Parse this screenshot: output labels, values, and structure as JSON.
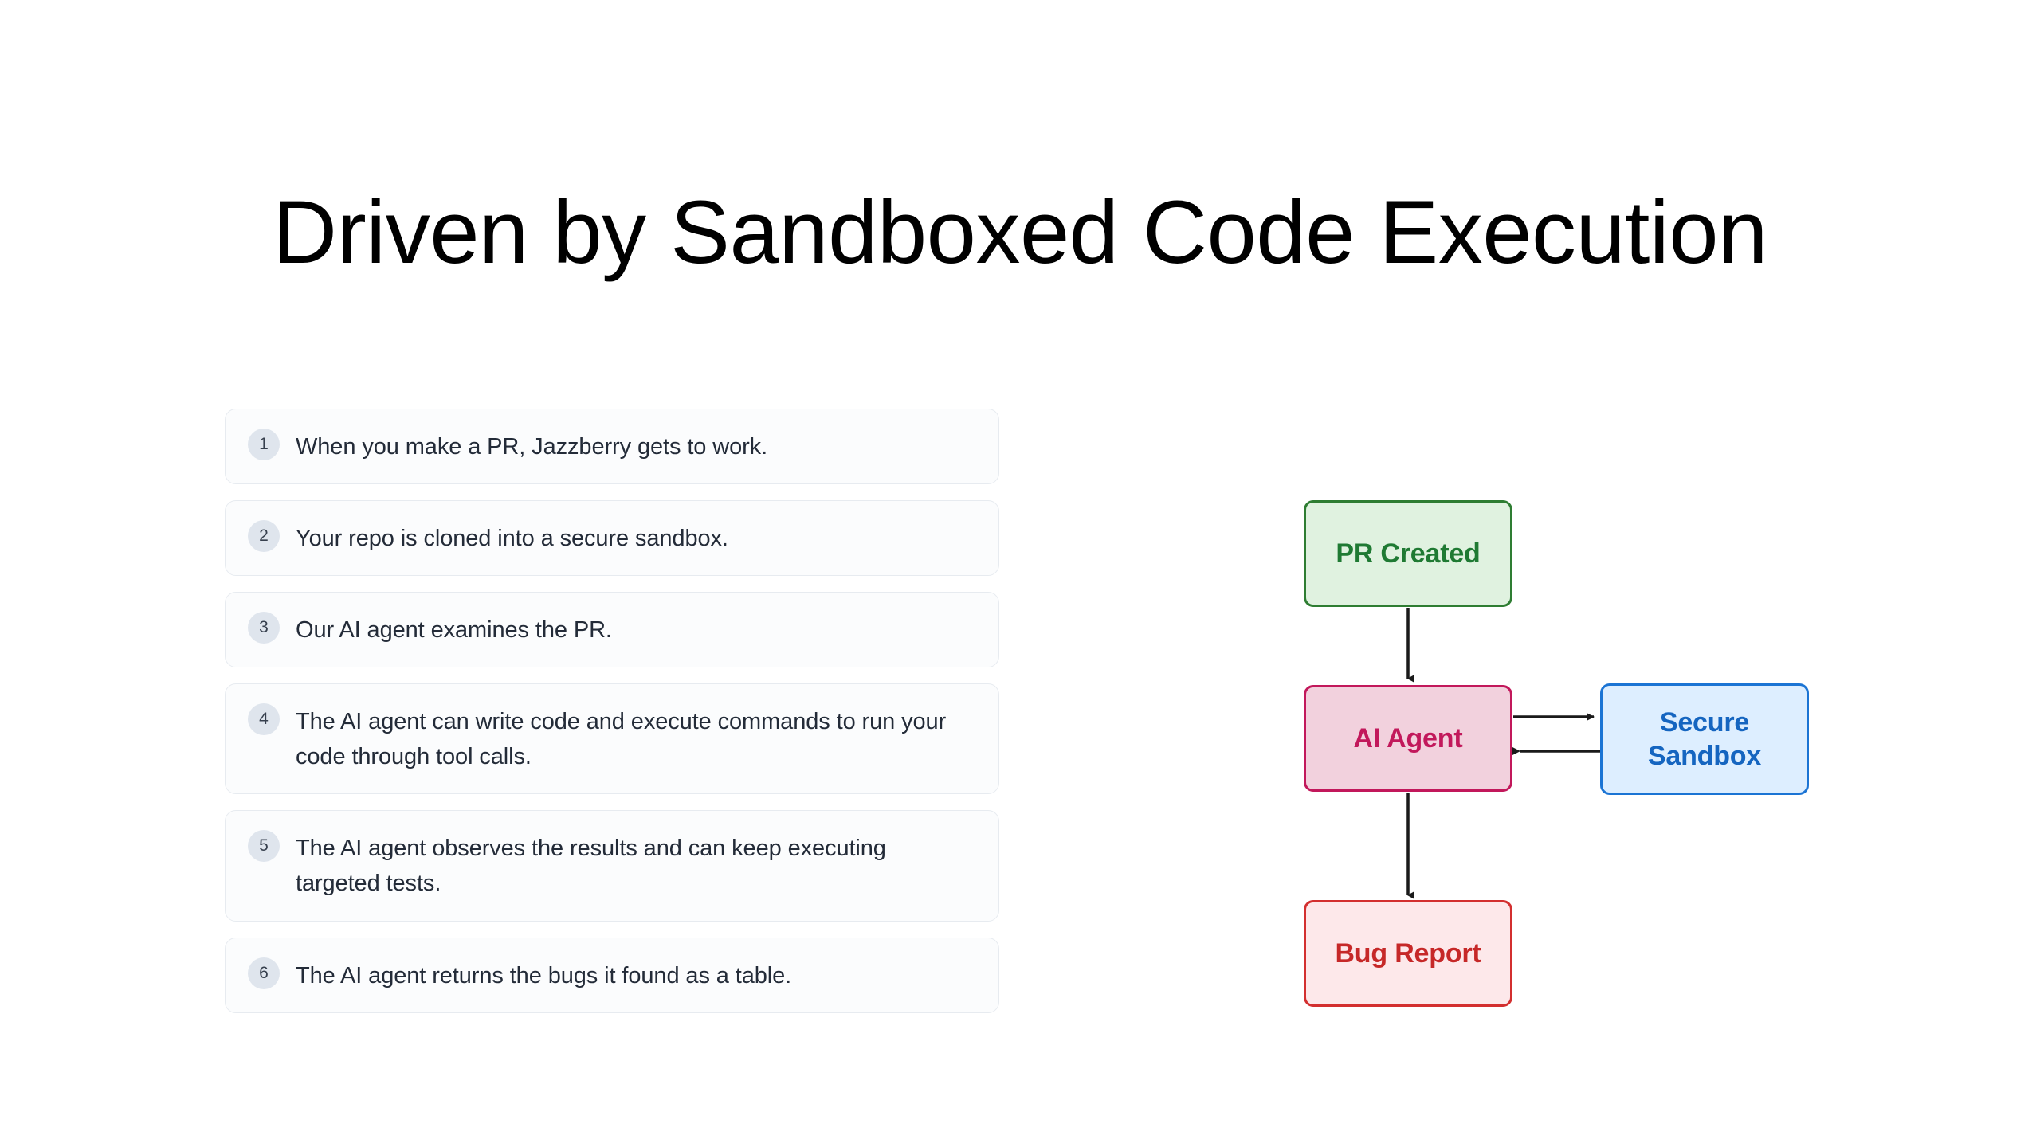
{
  "page": {
    "title": "Driven by Sandboxed Code Execution",
    "background_color": "#ffffff"
  },
  "steps": {
    "items": [
      {
        "number": "1",
        "text": "When you make a PR, Jazzberry gets to work."
      },
      {
        "number": "2",
        "text": "Your repo is cloned into a secure sandbox."
      },
      {
        "number": "3",
        "text": "Our AI agent examines the PR."
      },
      {
        "number": "4",
        "text": "The AI agent can write code and execute commands to run your code through tool calls."
      },
      {
        "number": "5",
        "text": "The AI agent observes the results and can keep executing targeted tests."
      },
      {
        "number": "6",
        "text": "The AI agent returns the bugs it found as a table."
      }
    ]
  },
  "diagram": {
    "type": "flowchart",
    "nodes": [
      {
        "id": "pr-created",
        "label": "PR Created",
        "fill": "#e0f2e0",
        "border": "#2e7d32",
        "text_color": "#1f7a33"
      },
      {
        "id": "ai-agent",
        "label": "AI Agent",
        "fill": "#f2d1dd",
        "border": "#c2185b",
        "text_color": "#c2185b"
      },
      {
        "id": "secure-sandbox",
        "label_line1": "Secure",
        "label_line2": "Sandbox",
        "fill": "#ddeeff",
        "border": "#1b74d4",
        "text_color": "#1565c0"
      },
      {
        "id": "bug-report",
        "label": "Bug Report",
        "fill": "#fde8ea",
        "border": "#d32f2f",
        "text_color": "#c62828"
      }
    ],
    "edges": [
      {
        "from": "pr-created",
        "to": "ai-agent",
        "direction": "down"
      },
      {
        "from": "ai-agent",
        "to": "secure-sandbox",
        "direction": "right"
      },
      {
        "from": "secure-sandbox",
        "to": "ai-agent",
        "direction": "left"
      },
      {
        "from": "ai-agent",
        "to": "bug-report",
        "direction": "down"
      }
    ],
    "edge_color": "#1a1a1a"
  }
}
